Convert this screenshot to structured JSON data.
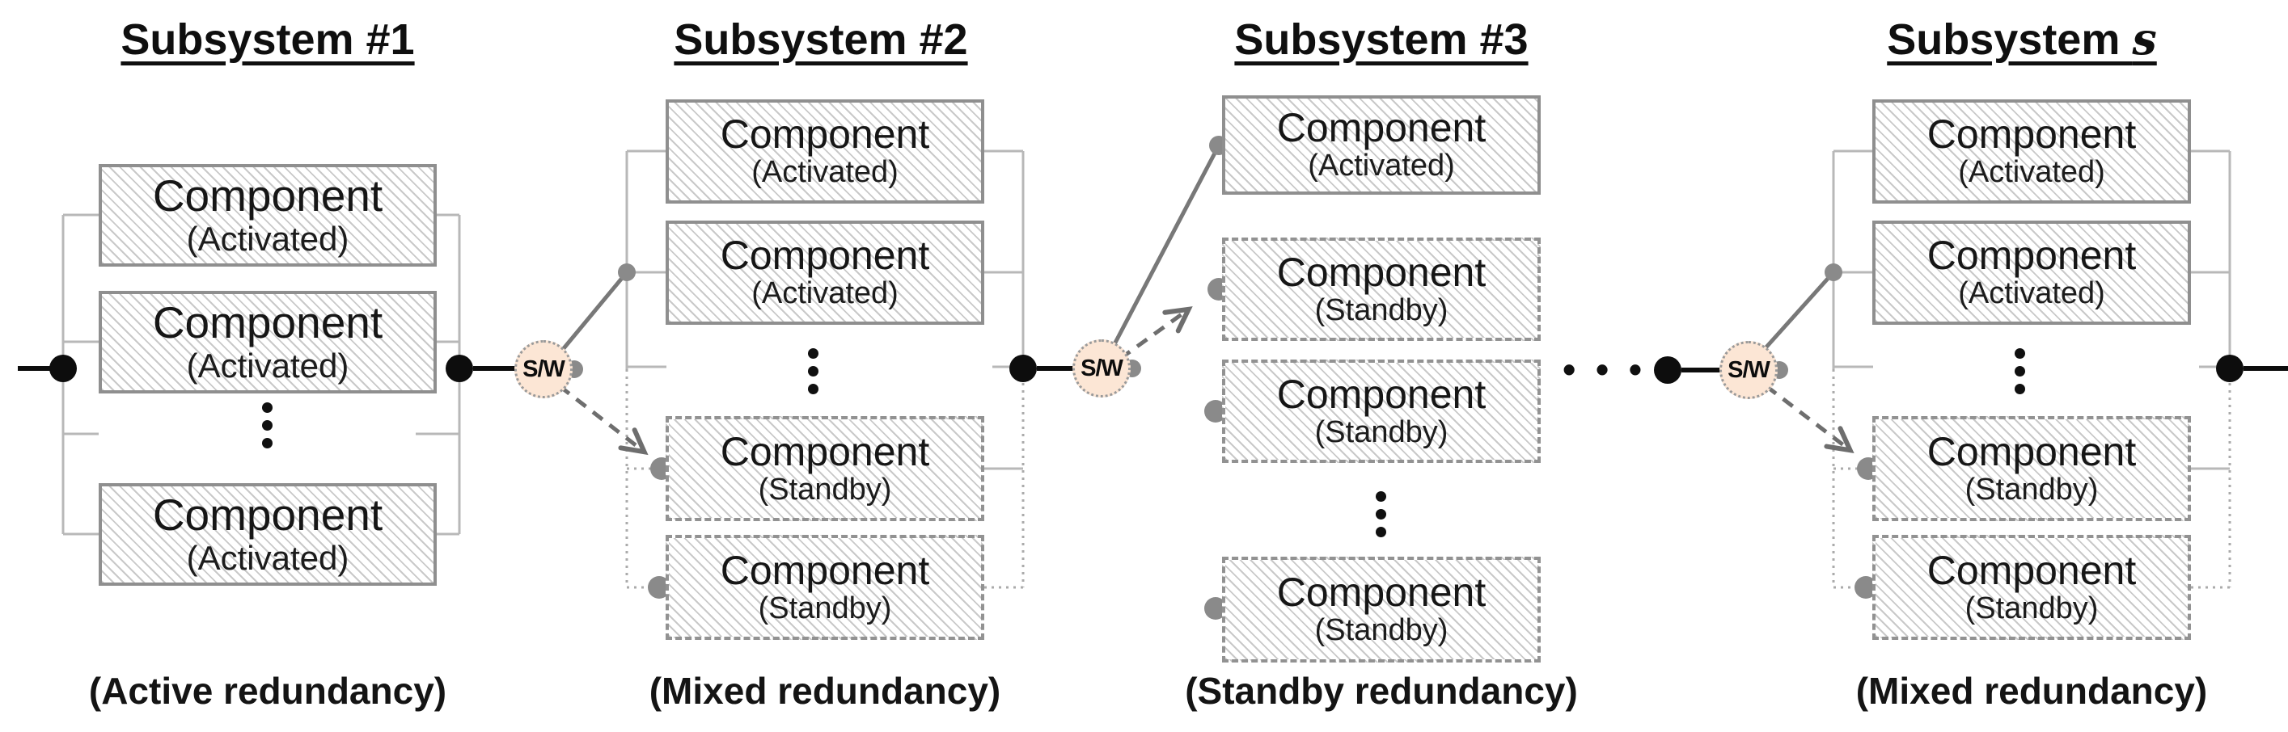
{
  "diagram": {
    "switch_label": "S/W",
    "ellipsis": "• • •",
    "subsystems": [
      {
        "title_plain": "Subsystem #1",
        "title_italic": "",
        "redundancy_label": "(Active redundancy)",
        "components": [
          {
            "name": "Component",
            "state": "(Activated)"
          },
          {
            "name": "Component",
            "state": "(Activated)"
          },
          {
            "name": "Component",
            "state": "(Activated)"
          }
        ]
      },
      {
        "title_plain": "Subsystem #2",
        "title_italic": "",
        "redundancy_label": "(Mixed redundancy)",
        "components": [
          {
            "name": "Component",
            "state": "(Activated)"
          },
          {
            "name": "Component",
            "state": "(Activated)"
          },
          {
            "name": "Component",
            "state": "(Standby)"
          },
          {
            "name": "Component",
            "state": "(Standby)"
          }
        ]
      },
      {
        "title_plain": "Subsystem #3",
        "title_italic": "",
        "redundancy_label": "(Standby redundancy)",
        "components": [
          {
            "name": "Component",
            "state": "(Activated)"
          },
          {
            "name": "Component",
            "state": "(Standby)"
          },
          {
            "name": "Component",
            "state": "(Standby)"
          },
          {
            "name": "Component",
            "state": "(Standby)"
          }
        ]
      },
      {
        "title_plain": "Subsystem ",
        "title_italic": "s",
        "redundancy_label": "(Mixed redundancy)",
        "components": [
          {
            "name": "Component",
            "state": "(Activated)"
          },
          {
            "name": "Component",
            "state": "(Activated)"
          },
          {
            "name": "Component",
            "state": "(Standby)"
          },
          {
            "name": "Component",
            "state": "(Standby)"
          }
        ]
      }
    ]
  }
}
